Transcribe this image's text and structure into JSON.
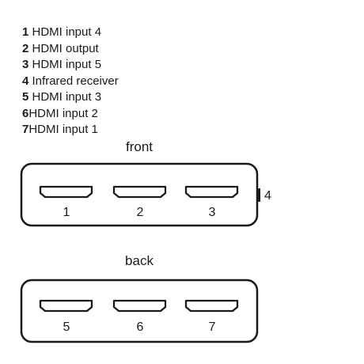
{
  "legend": [
    {
      "number": "1",
      "label": "HDMI input 4"
    },
    {
      "number": "2",
      "label": "HDMI output"
    },
    {
      "number": "3",
      "label": "HDMI input 5"
    },
    {
      "number": "4",
      "label": "Infrared receiver"
    },
    {
      "number": "5",
      "label": "HDMI input 3"
    },
    {
      "number": "6",
      "label": "HDMI input 2"
    },
    {
      "number": "7",
      "label": "HDMI input 1"
    }
  ],
  "front": {
    "caption": "front",
    "ports": [
      "1",
      "2",
      "3"
    ],
    "ir_label": "4"
  },
  "back": {
    "caption": "back",
    "ports": [
      "5",
      "6",
      "7"
    ]
  }
}
